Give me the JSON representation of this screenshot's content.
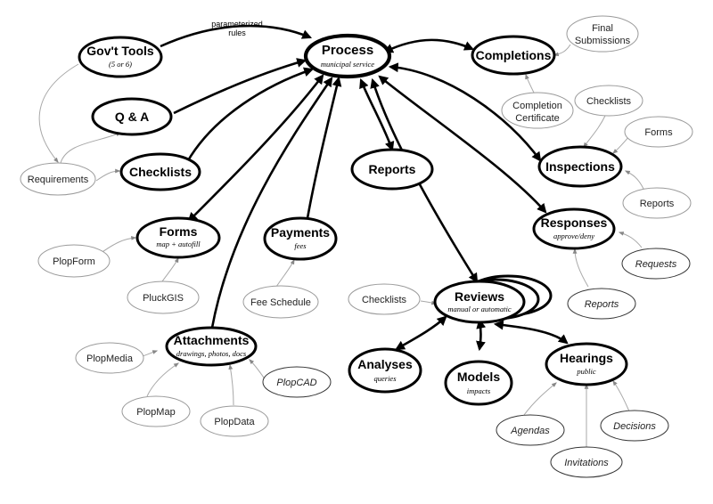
{
  "edge_note": {
    "line1": "parameterized",
    "line2": "rules"
  },
  "nodes": {
    "process": {
      "label": "Process",
      "sub": "municipal service"
    },
    "govtools": {
      "label": "Gov't Tools",
      "sub": "(5 or 6)"
    },
    "qa": {
      "label": "Q & A"
    },
    "checklists": {
      "label": "Checklists"
    },
    "forms": {
      "label": "Forms",
      "sub": "map + autofill"
    },
    "payments": {
      "label": "Payments",
      "sub": "fees"
    },
    "attachments": {
      "label": "Attachments",
      "sub": "drawings, photos, docs"
    },
    "reports": {
      "label": "Reports"
    },
    "completions": {
      "label": "Completions"
    },
    "inspections": {
      "label": "Inspections"
    },
    "responses": {
      "label": "Responses",
      "sub": "approve/deny"
    },
    "reviews": {
      "label": "Reviews",
      "sub": "manual or automatic"
    },
    "analyses": {
      "label": "Analyses",
      "sub": "queries"
    },
    "models": {
      "label": "Models",
      "sub": "impacts"
    },
    "hearings": {
      "label": "Hearings",
      "sub": "public"
    }
  },
  "minor": {
    "requirements": "Requirements",
    "final_submissions": {
      "line1": "Final",
      "line2": "Submissions"
    },
    "completion_certificate": {
      "line1": "Completion",
      "line2": "Certificate"
    },
    "insp_checklists": "Checklists",
    "insp_forms": "Forms",
    "insp_reports": "Reports",
    "requests": "Requests",
    "resp_reports": "Reports",
    "rev_checklists": "Checklists",
    "plopform": "PlopForm",
    "pluckgis": "PluckGIS",
    "fee_schedule": "Fee Schedule",
    "plopmedia": "PlopMedia",
    "plopmap": "PlopMap",
    "plopdata": "PlopData",
    "plopcad": "PlopCAD",
    "agendas": "Agendas",
    "invitations": "Invitations",
    "decisions": "Decisions"
  }
}
